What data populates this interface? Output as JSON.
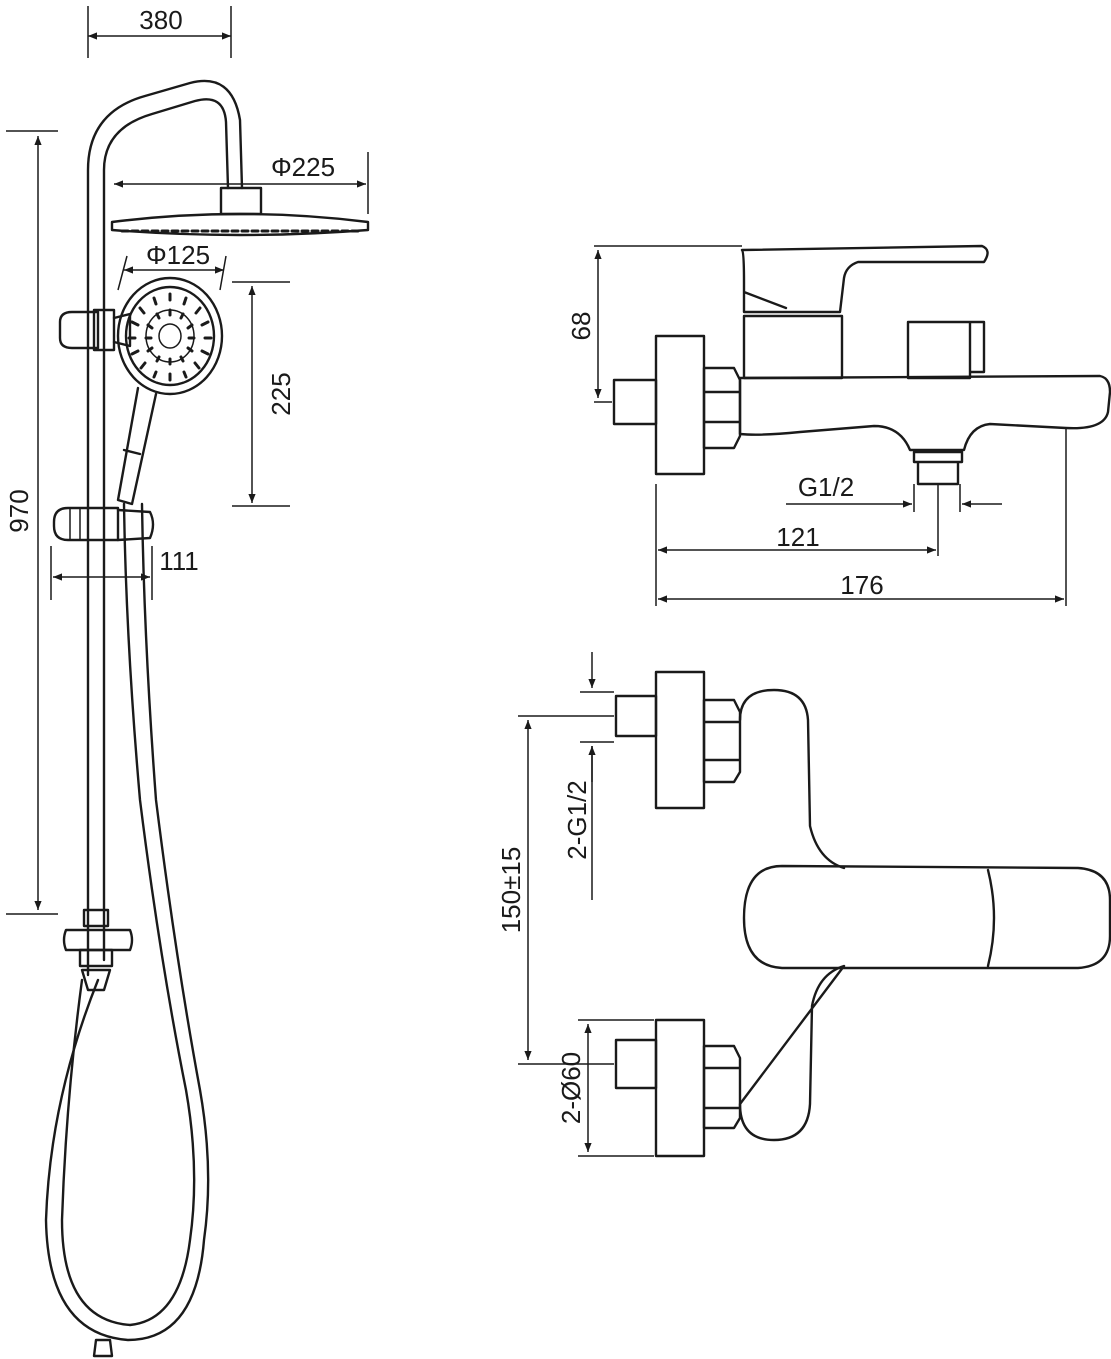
{
  "shower_column": {
    "dims": {
      "width": "380",
      "head_diameter": "Φ225",
      "hand_diameter": "Φ125",
      "hand_drop": "225",
      "height": "970",
      "offset": "111"
    }
  },
  "bath_mixer_side": {
    "dims": {
      "height": "68",
      "thread": "G1/2",
      "spout_center": "121",
      "length": "176"
    }
  },
  "bath_mixer_front": {
    "dims": {
      "inlet_thread": "2-G1/2",
      "center_distance": "150±15",
      "flange_diameter": "2-Ø60"
    }
  }
}
